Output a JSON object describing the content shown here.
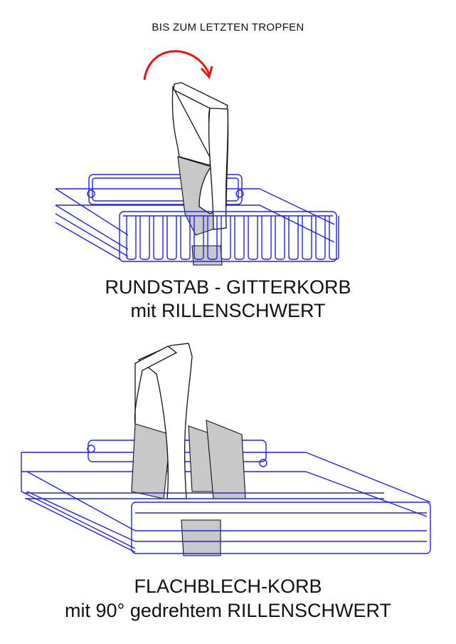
{
  "headline": "BIS ZUM LETZTEN TROPFEN",
  "figure1": {
    "caption_line1": "RUNDSTAB - GITTERKORB",
    "caption_line2": "mit RILLENSCHWERT"
  },
  "figure2": {
    "caption_line1": "FLACHBLECH-KORB",
    "caption_line2": "mit 90° gedrehtem RILLENSCHWERT"
  },
  "colors": {
    "wire": "#2222ee",
    "arrow": "#ee1111",
    "clamp": "#c8c8c8"
  }
}
